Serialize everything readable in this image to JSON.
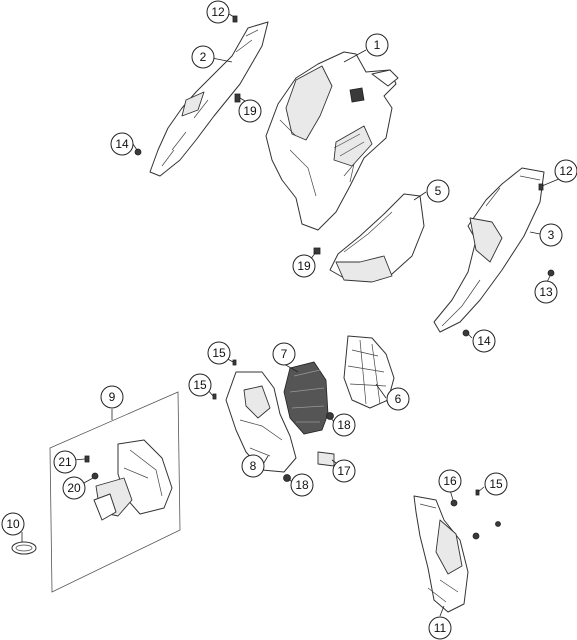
{
  "callouts": {
    "c1": "1",
    "c2": "2",
    "c3": "3",
    "c5": "5",
    "c6": "6",
    "c7": "7",
    "c8": "8",
    "c9": "9",
    "c10": "10",
    "c11": "11",
    "c12a": "12",
    "c12b": "12",
    "c13": "13",
    "c14a": "14",
    "c14b": "14",
    "c15a": "15",
    "c15b": "15",
    "c15c": "15",
    "c16": "16",
    "c17": "17",
    "c18a": "18",
    "c18b": "18",
    "c19a": "19",
    "c19b": "19",
    "c20": "20",
    "c21": "21"
  }
}
